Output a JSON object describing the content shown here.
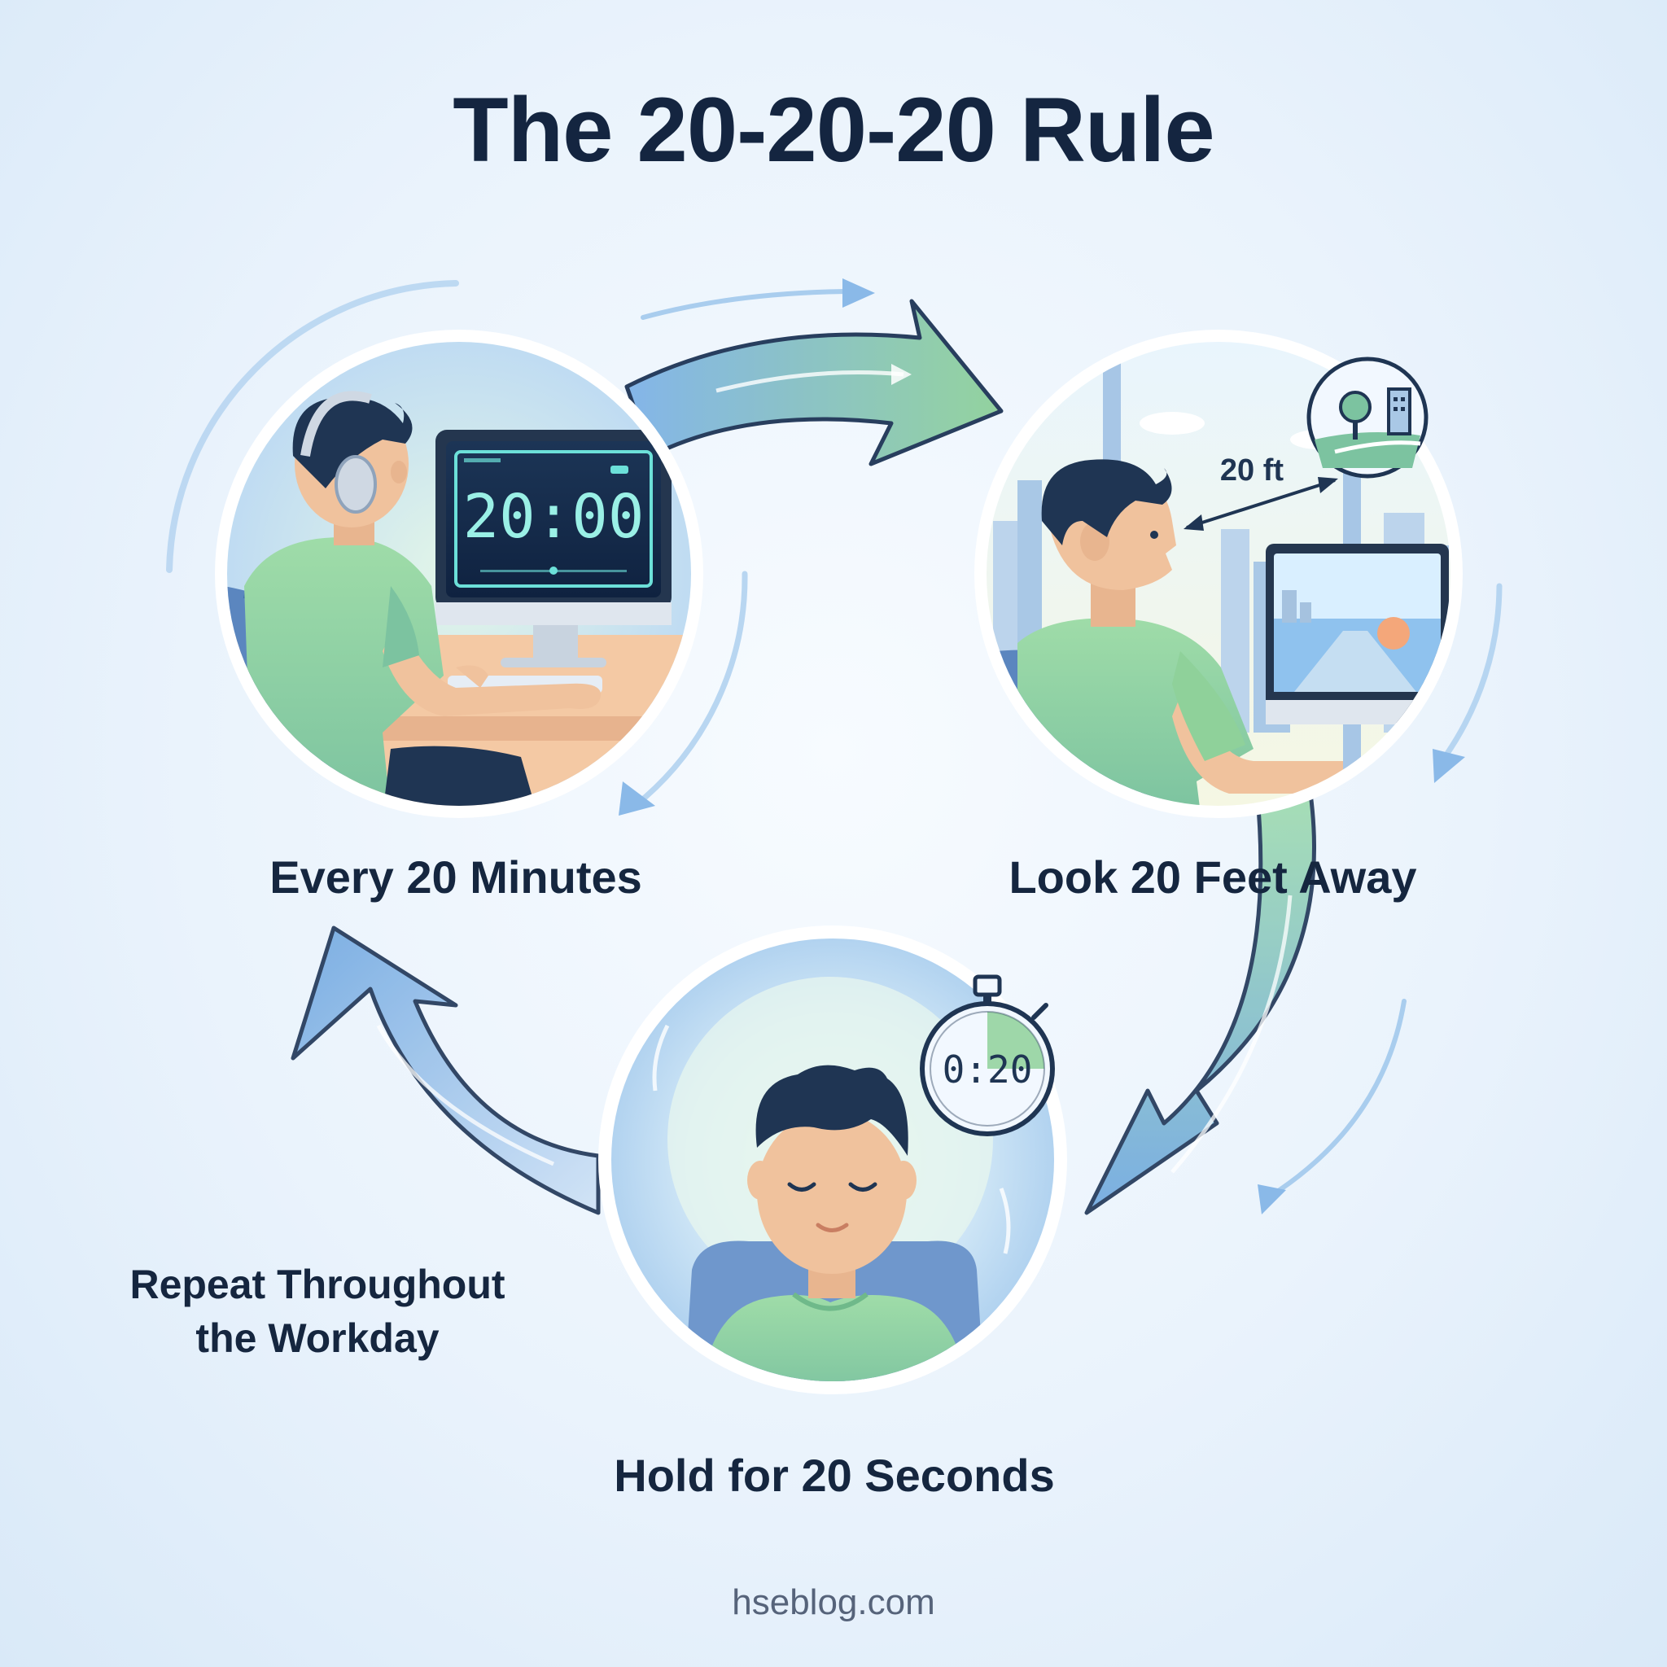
{
  "title": "The 20-20-20 Rule",
  "steps": [
    {
      "label": "Every 20 Minutes",
      "screen_time": "20:00"
    },
    {
      "label": "Look 20 Feet Away",
      "distance": "20 ft"
    },
    {
      "label": "Hold for 20 Seconds",
      "timer": "0:20"
    }
  ],
  "repeat": {
    "line1": "Repeat Throughout",
    "line2": "the Workday"
  },
  "footer": "hseblog.com",
  "colors": {
    "heading": "#142540",
    "accent_blue": "#6fa7e0",
    "accent_green": "#8fd19a",
    "shirt": "#8fd19a",
    "hair": "#1f3553"
  }
}
